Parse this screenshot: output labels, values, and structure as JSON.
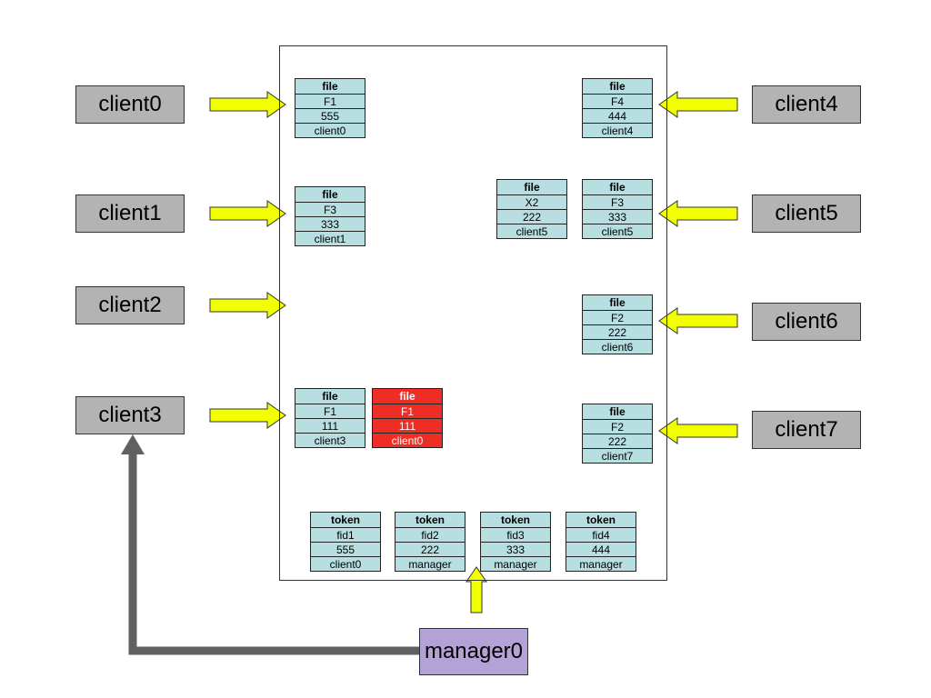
{
  "clients": {
    "c0": "client0",
    "c1": "client1",
    "c2": "client2",
    "c3": "client3",
    "c4": "client4",
    "c5": "client5",
    "c6": "client6",
    "c7": "client7"
  },
  "manager": "manager0",
  "files": {
    "f_c0": [
      "file",
      "F1",
      "555",
      "client0"
    ],
    "f_c1": [
      "file",
      "F3",
      "333",
      "client1"
    ],
    "f_c3": [
      "file",
      "F1",
      "111",
      "client3"
    ],
    "f_red": [
      "file",
      "F1",
      "111",
      "client0"
    ],
    "f_c4": [
      "file",
      "F4",
      "444",
      "client4"
    ],
    "f_x2": [
      "file",
      "X2",
      "222",
      "client5"
    ],
    "f_c5": [
      "file",
      "F3",
      "333",
      "client5"
    ],
    "f_c6": [
      "file",
      "F2",
      "222",
      "client6"
    ],
    "f_c7": [
      "file",
      "F2",
      "222",
      "client7"
    ]
  },
  "tokens": {
    "t1": [
      "token",
      "fid1",
      "555",
      "client0"
    ],
    "t2": [
      "token",
      "fid2",
      "222",
      "manager"
    ],
    "t3": [
      "token",
      "fid3",
      "333",
      "manager"
    ],
    "t4": [
      "token",
      "fid4",
      "444",
      "manager"
    ]
  },
  "colors": {
    "record": "#b7dee1",
    "record_highlight": "#ee2d24",
    "client_box": "#b3b3b3",
    "manager_box": "#b3a2d6",
    "arrow_yellow": "#f2ff00",
    "manager_link": "#606060"
  }
}
